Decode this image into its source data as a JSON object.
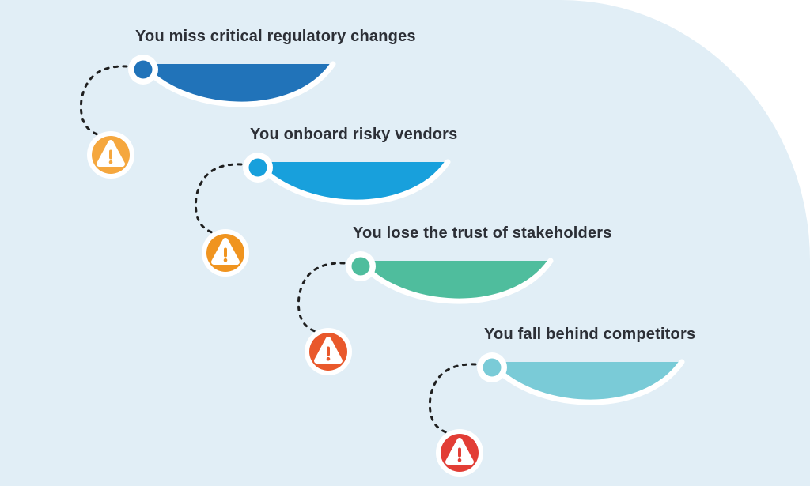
{
  "page": {
    "title": "Risk cascade infographic",
    "background_color": "#e1eef6",
    "corner_color": "#ffffff",
    "text_color": "#2c2f36"
  },
  "connector": {
    "color": "#1f1f1f",
    "style": "dashed"
  },
  "items": [
    {
      "label": "You miss critical regulatory changes",
      "shape_color": "#2173b9",
      "icon": "warning-triangle-icon",
      "icon_color": "#f5a73e"
    },
    {
      "label": "You onboard risky vendors",
      "shape_color": "#18a0dc",
      "icon": "warning-triangle-icon",
      "icon_color": "#f0941f"
    },
    {
      "label": "You lose the trust of stakeholders",
      "shape_color": "#4fbd9d",
      "icon": "warning-triangle-icon",
      "icon_color": "#e9582b"
    },
    {
      "label": "You fall behind competitors",
      "shape_color": "#7acbd7",
      "icon": "warning-triangle-icon",
      "icon_color": "#e23d35"
    }
  ]
}
